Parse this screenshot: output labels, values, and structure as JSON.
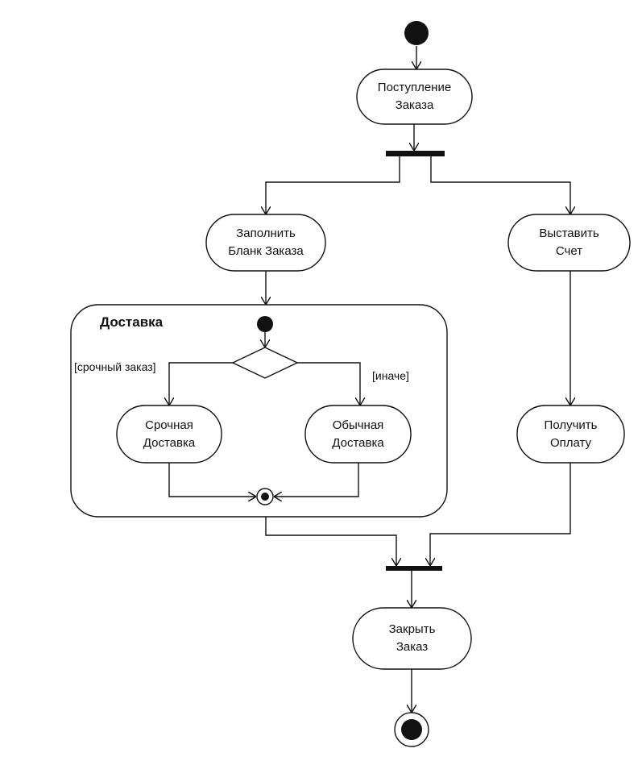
{
  "diagram": {
    "nodes": {
      "receive_order": {
        "line1": "Поступление",
        "line2": "Заказа"
      },
      "fill_order_form": {
        "line1": "Заполнить",
        "line2": "Бланк Заказа"
      },
      "issue_invoice": {
        "line1": "Выставить",
        "line2": "Счет"
      },
      "urgent_delivery": {
        "line1": "Срочная",
        "line2": "Доставка"
      },
      "regular_delivery": {
        "line1": "Обычная",
        "line2": "Доставка"
      },
      "receive_payment": {
        "line1": "Получить",
        "line2": "Оплату"
      },
      "close_order": {
        "line1": "Закрыть",
        "line2": "Заказ"
      }
    },
    "region": {
      "title": "Доставка"
    },
    "guards": {
      "urgent": "[срочный заказ]",
      "otherwise": "[иначе]"
    },
    "colors": {
      "stroke": "#111111",
      "background": "#ffffff"
    }
  }
}
